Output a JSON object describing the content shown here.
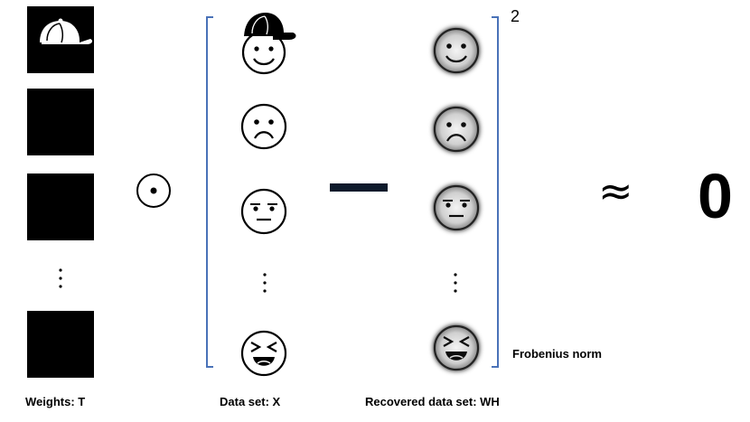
{
  "labels": {
    "weights": "Weights: T",
    "dataset": "Data set: X",
    "recovered": "Recovered data set: WH",
    "norm": "Frobenius norm",
    "exponent": "2",
    "approx": "≈",
    "zero": "0"
  },
  "icons": {
    "weights_column": [
      "cap-icon",
      "black-square",
      "black-square",
      "vertical-ellipsis",
      "black-square"
    ],
    "data_column": [
      "smiley-with-cap-icon",
      "sad-face-icon",
      "neutral-face-icon",
      "vertical-ellipsis",
      "laughing-face-icon"
    ],
    "recovered_column": [
      "blurred-smiley-icon",
      "blurred-sad-face-icon",
      "blurred-neutral-face-icon",
      "vertical-ellipsis",
      "blurred-laughing-face-icon"
    ]
  },
  "colors": {
    "bracket": "#4a72b8",
    "minus": "#0d1a2b"
  }
}
